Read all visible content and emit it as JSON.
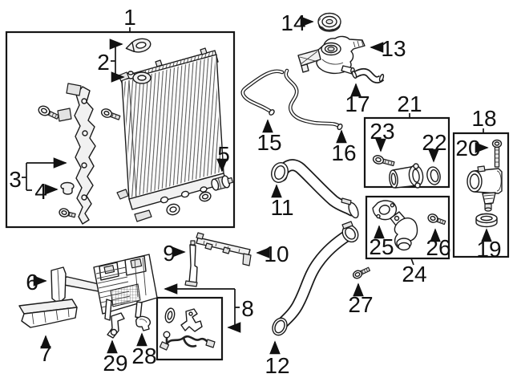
{
  "figure": {
    "background_color": "#ffffff",
    "line_color": "#1a1a1a"
  },
  "callouts": {
    "c1": "1",
    "c2": "2",
    "c3": "3",
    "c4": "4",
    "c5": "5",
    "c6": "6",
    "c7": "7",
    "c8": "8",
    "c9": "9",
    "c10": "10",
    "c11": "11",
    "c12": "12",
    "c13": "13",
    "c14": "14",
    "c15": "15",
    "c16": "16",
    "c17": "17",
    "c18": "18",
    "c19": "19",
    "c20": "20",
    "c21": "21",
    "c22": "22",
    "c23": "23",
    "c24": "24",
    "c25": "25",
    "c26": "26",
    "c27": "27",
    "c28": "28",
    "c29": "29"
  }
}
